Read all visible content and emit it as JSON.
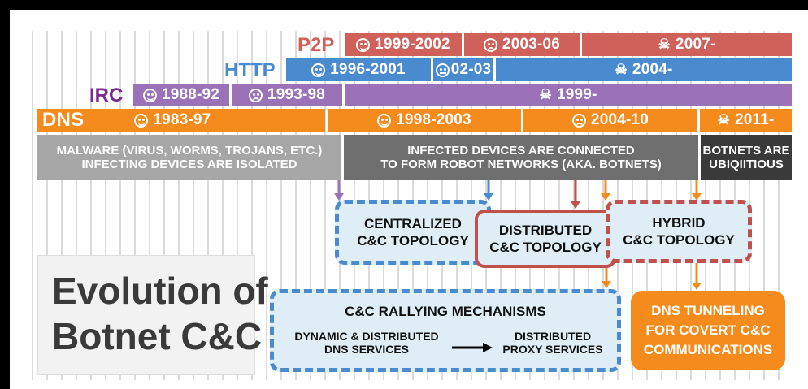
{
  "protocols": {
    "p2p": {
      "label": "P2P",
      "periods": [
        "1999-2002",
        "2003-06",
        "2007-"
      ],
      "color": "#d0605a"
    },
    "http": {
      "label": "HTTP",
      "periods": [
        "1996-2001",
        "02-03",
        "2004-"
      ],
      "color": "#4a8bd0"
    },
    "irc": {
      "label": "IRC",
      "periods": [
        "1988-92",
        "1993-98",
        "1999-"
      ],
      "color": "#9b72b8"
    },
    "dns": {
      "label": "DNS",
      "periods": [
        "1983-97",
        "1998-2003",
        "2004-10",
        "2011-"
      ],
      "color": "#f58b1c"
    }
  },
  "eras": {
    "isolated": [
      "MALWARE (VIRUS, WORMS, TROJANS, ETC.)",
      "INFECTING DEVICES ARE ISOLATED"
    ],
    "botnets": [
      "INFECTED DEVICES ARE CONNECTED",
      "TO FORM ROBOT NETWORKS (AKA. BOTNETS)"
    ],
    "ubiquitous": [
      "BOTNETS ARE",
      "UBIQIITIOUS"
    ]
  },
  "topologies": {
    "centralized": [
      "CENTRALIZED",
      "C&C TOPOLOGY"
    ],
    "distributed": [
      "DISTRIBUTED",
      "C&C TOPOLOGY"
    ],
    "hybrid": [
      "HYBRID",
      "C&C TOPOLOGY"
    ]
  },
  "title": [
    "Evolution of",
    "Botnet C&C"
  ],
  "rallying": {
    "heading": "C&C RALLYING MECHANISMS",
    "from": [
      "DYNAMIC & DISTRIBUTED",
      "DNS SERVICES"
    ],
    "to": [
      "DISTRIBUTED",
      "PROXY SERVICES"
    ]
  },
  "tunneling": [
    "DNS TUNNELING",
    "FOR COVERT C&C",
    "COMMUNICATIONS"
  ],
  "colors": {
    "p2p": "#d0605a",
    "http": "#4a8bd0",
    "irc": "#9b72b8",
    "dns": "#f58b1c",
    "era_light": "#a6a6a6",
    "era_mid": "#6e6e6e",
    "era_dark": "#3a3a3a",
    "box_fill": "#dfeef6"
  }
}
